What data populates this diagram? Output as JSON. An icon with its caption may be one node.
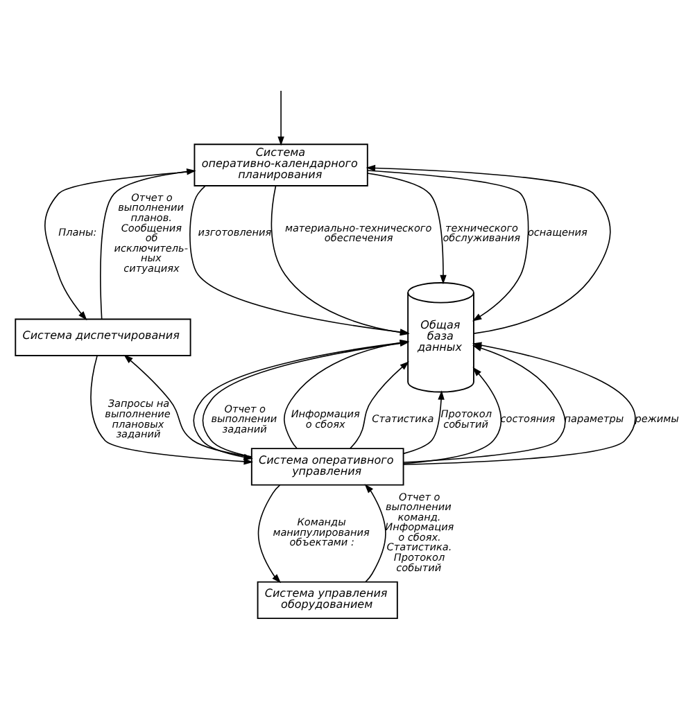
{
  "diagram": {
    "nodes": [
      {
        "text": [
          "Система оперативно-календарного планирования"
        ]
      },
      {
        "text": [
          "Система диспетчирования"
        ]
      },
      {
        "text": [
          "Система оперативного управления"
        ]
      },
      {
        "text": [
          "Система управления оборудованием"
        ]
      },
      {
        "text": [
          "Общая база данных"
        ]
      }
    ],
    "edges": [
      {
        "from": null,
        "to": 0,
        "arrow": "to"
      },
      {
        "from": 4,
        "to": 0,
        "arrow": "to"
      },
      {
        "from": 0,
        "to": 1,
        "arrow": "to",
        "label": "Планы:"
      },
      {
        "from": 0,
        "to": 4,
        "arrow": "to",
        "label": "изготовления"
      },
      {
        "from": 0,
        "to": 4,
        "arrow": "to",
        "label": "материально-технического обеспечения"
      },
      {
        "from": 0,
        "to": 4,
        "arrow": "to",
        "label": "технического обслуживания"
      },
      {
        "from": 0,
        "to": 4,
        "arrow": "to",
        "label": "оснащения"
      },
      {
        "from": 1,
        "to": 0,
        "arrow": "to",
        "label": "Отчет о выполнении планов. Сообщения об исключитель- ных ситуациях"
      },
      {
        "from": 1,
        "to": 2,
        "arrow": "to",
        "label": "Запросы на выполнение плановых заданий"
      },
      {
        "from": 2,
        "to": 1,
        "arrow": "to"
      },
      {
        "from": 2,
        "to": 4,
        "arrow": "to",
        "label": "Отчет о выполнении заданий"
      },
      {
        "from": 2,
        "to": 4,
        "arrow": "to",
        "label": "Информация о сбоях"
      },
      {
        "from": 2,
        "to": 4,
        "arrow": "to",
        "label": "Статистика"
      },
      {
        "from": 2,
        "to": 4,
        "arrow": "to",
        "label": "Протокол событий"
      },
      {
        "from": 4,
        "to": 2,
        "arrow": "to"
      },
      {
        "from": 3,
        "to": 2,
        "arrow": "to",
        "label": "Отчет о выполнении команд. Информация о сбоях. Статистика. Протокол событий"
      },
      {
        "from": 2,
        "to": 3,
        "arrow": "to",
        "label": "Команды манипулирования объектами :"
      },
      {
        "from": 2,
        "to": 4,
        "arrow": "to",
        "label": "состояния"
      },
      {
        "from": 2,
        "to": 4,
        "arrow": "to",
        "label": "параметры"
      },
      {
        "from": 2,
        "to": 4,
        "arrow": "to",
        "label": "режимы"
      }
    ]
  }
}
